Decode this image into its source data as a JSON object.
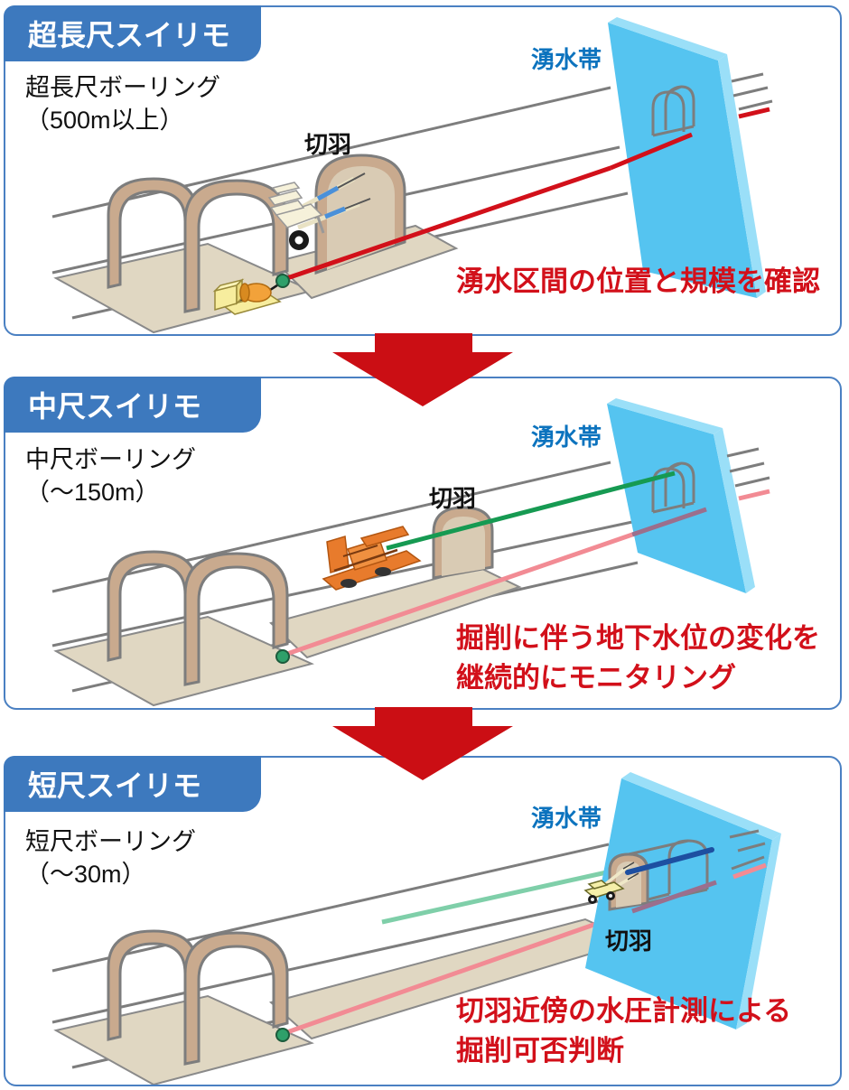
{
  "panels": [
    {
      "id": "ultra-long",
      "badge": "超長尺スイリモ",
      "subtitle_line1": "超長尺ボーリング",
      "subtitle_line2": "（500m以上）",
      "water_zone_label": "湧水帯",
      "face_label": "切羽",
      "note_line1": "湧水区間の位置と規模を確認",
      "note_line2": ""
    },
    {
      "id": "medium",
      "badge": "中尺スイリモ",
      "subtitle_line1": "中尺ボーリング",
      "subtitle_line2": "（～150m）",
      "water_zone_label": "湧水帯",
      "face_label": "切羽",
      "note_line1": "掘削に伴う地下水位の変化を",
      "note_line2": "継続的にモニタリング"
    },
    {
      "id": "short",
      "badge": "短尺スイリモ",
      "subtitle_line1": "短尺ボーリング",
      "subtitle_line2": "（～30m）",
      "water_zone_label": "湧水帯",
      "face_label": "切羽",
      "note_line1": "切羽近傍の水圧計測による",
      "note_line2": "掘削可否判断"
    }
  ],
  "colors": {
    "badge_blue": "#3D79BE",
    "panel_border": "#4A80C2",
    "water_label_blue": "#0C73BE",
    "water_slab": "#55C4F0",
    "water_slab_edge": "#9ADFF8",
    "note_red": "#D2101A",
    "flow_arrow_red": "#CB0E14",
    "bore_red": "#D2101A",
    "bore_green": "#169A52",
    "bore_blue": "#1D4FA1",
    "bore_pink": "#F28B94",
    "bore_pink_behind_slab": "#9B6F8D",
    "bore_mint": "#7FCFA9",
    "rock_tan": "#C9AA8E",
    "floor_beige": "#E0D7C2",
    "wireframe_gray": "#7D7D7D",
    "sensor_green_dot": "#2FA06A"
  }
}
